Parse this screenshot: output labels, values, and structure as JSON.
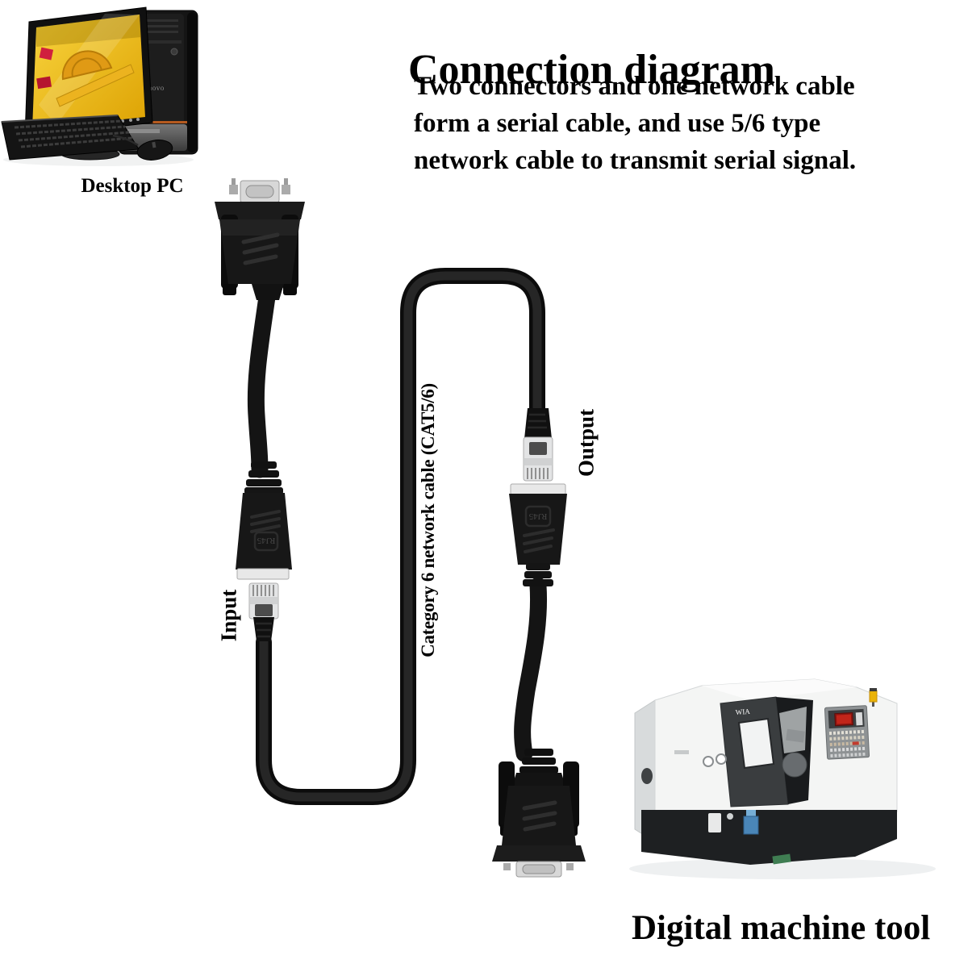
{
  "header": {
    "title": "Connection diagram",
    "description_lines": [
      "Two connectors and one network cable",
      "form a serial cable, and use 5/6 type",
      "network cable to transmit serial signal."
    ]
  },
  "devices": {
    "desktop_pc_label": "Desktop PC",
    "machine_label": "Digital machine tool",
    "tower_brand": "lenovo",
    "machine_logo": "WIA"
  },
  "cable_diagram": {
    "input_label": "Input",
    "output_label": "Output",
    "cable_label": "Category 6 network cable (CAT5/6)",
    "coupler_marking": "RJ45"
  },
  "colors": {
    "background": "#ffffff",
    "text": "#000000",
    "cable_black": "#1b1b1b",
    "connector_metal": "#d8d8d8",
    "clear_plug": "#e3e4e5",
    "pc_screen_yellow": "#f2b705",
    "puzzle_red": "#d01f3e",
    "beacon_yellow": "#eab308",
    "control_screen_red": "#c1251a",
    "machine_dark": "#3a3d3f",
    "machine_light": "#f4f5f4"
  }
}
